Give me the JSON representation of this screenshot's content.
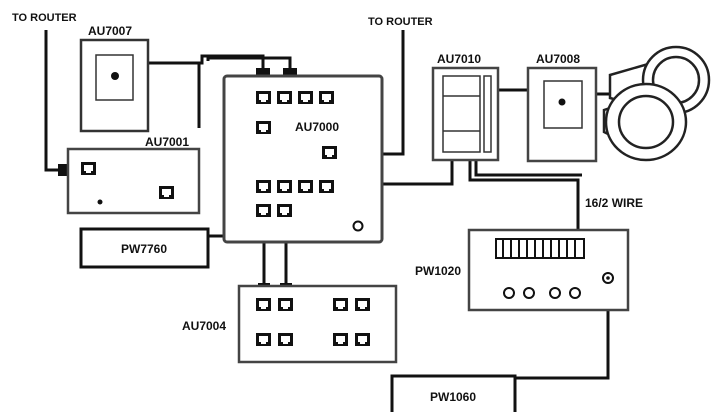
{
  "labels": {
    "router_left": "TO ROUTER",
    "router_right": "TO ROUTER",
    "au7007": "AU7007",
    "au7001": "AU7001",
    "au7000": "AU7000",
    "au7010": "AU7010",
    "au7008": "AU7008",
    "pw7760": "PW7760",
    "au7004": "AU7004",
    "pw1020": "PW1020",
    "pw1060": "PW1060",
    "wire": "16/2 WIRE"
  }
}
